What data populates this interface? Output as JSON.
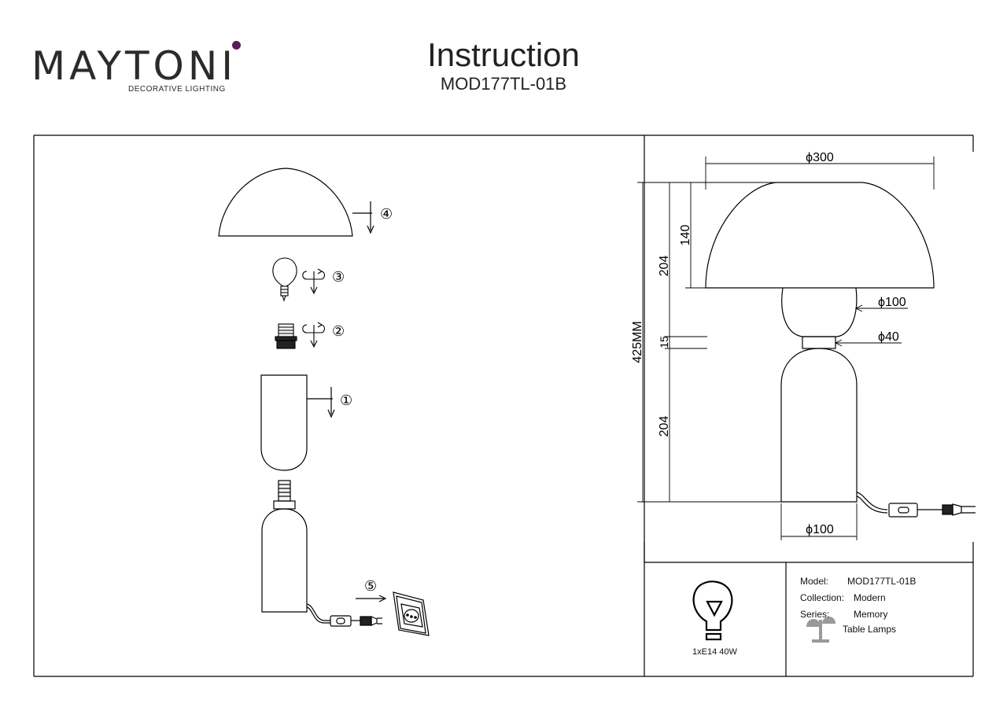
{
  "brand": {
    "name": "MAYTONI",
    "tagline": "DECORATIVE LIGHTING",
    "accent_color": "#5a1e54"
  },
  "header": {
    "title": "Instruction",
    "model": "MOD177TL-01B"
  },
  "assembly": {
    "steps": [
      "①",
      "②",
      "③",
      "④",
      "⑤"
    ]
  },
  "dimensions": {
    "shade_diameter": "ϕ300",
    "shade_height": "140",
    "upper_height": "204",
    "total_height": "425MM",
    "ring_height": "15",
    "lower_height": "204",
    "holder_diameter": "ϕ100",
    "ring_diameter": "ϕ40",
    "base_diameter": "ϕ100"
  },
  "spec": {
    "bulb_caption": "1xE14 40W",
    "model_label": "Model:",
    "model_value": "MOD177TL-01B",
    "collection_label": "Collection:",
    "collection_value": "Modern",
    "series_label": "Series:",
    "series_value": "Memory",
    "category": "Table Lamps",
    "icons": [
      "bulb-icon",
      "table-lamp-icon"
    ]
  }
}
